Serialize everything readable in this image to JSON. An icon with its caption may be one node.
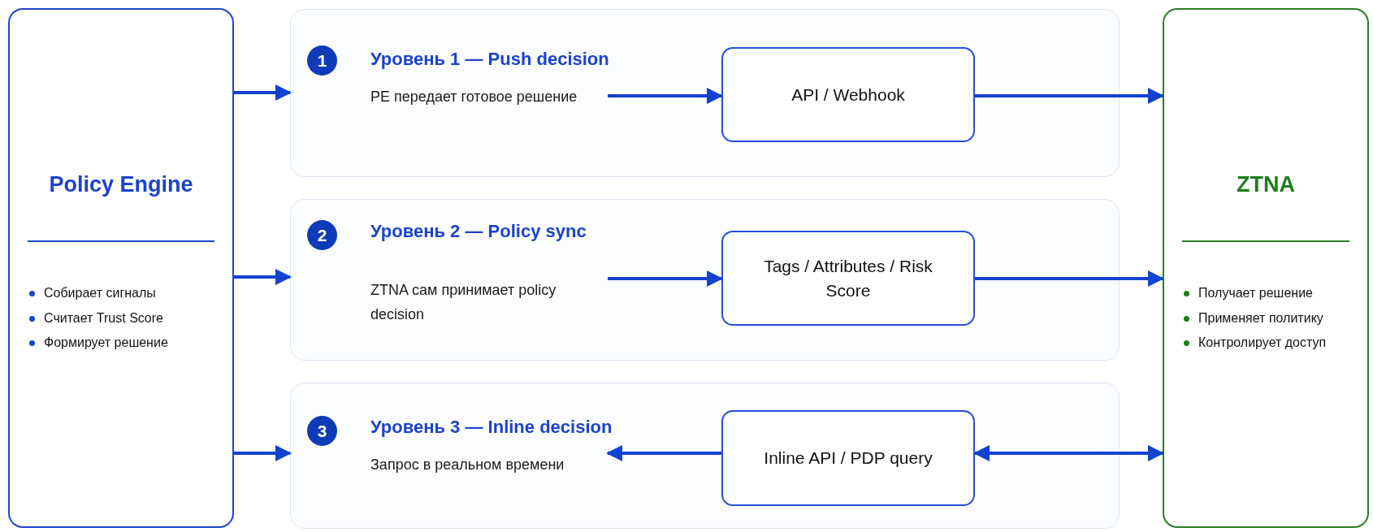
{
  "diagram": {
    "nodes": [
      {
        "text": [
          "Policy Engine",
          "Собирает сигналы",
          "Считает Trust Score",
          "Формирует решение"
        ]
      },
      {
        "text": [
          "Уровень 1 — Push decision"
        ]
      },
      {
        "text": [
          "1"
        ],
        "in": 1
      },
      {
        "text": [
          "PE передает готовое решение"
        ],
        "in": 1
      },
      {
        "text": [
          "API / Webhook"
        ],
        "in": 1
      },
      {
        "text": [
          "Уровень 2 — Policy sync"
        ]
      },
      {
        "text": [
          "2"
        ],
        "in": 5
      },
      {
        "text": [
          "ZTNA сам принимает policy decision"
        ],
        "in": 5
      },
      {
        "text": [
          "Tags / Attributes / Risk Score"
        ],
        "in": 5
      },
      {
        "text": [
          "Уровень 3 — Inline decision"
        ]
      },
      {
        "text": [
          "3"
        ],
        "in": 9
      },
      {
        "text": [
          "Запрос в реальном времени"
        ],
        "in": 9
      },
      {
        "text": [
          "Inline API / PDP query"
        ],
        "in": 9
      },
      {
        "text": [
          "ZTNA",
          "Получает решение",
          "Применяет политику",
          "Контролирует доступ"
        ]
      }
    ],
    "edges": [
      {
        "from": 0,
        "to": 1,
        "arrow": "to"
      },
      {
        "from": 3,
        "to": 4,
        "arrow": "to"
      },
      {
        "from": 4,
        "to": 13,
        "arrow": "to"
      },
      {
        "from": 0,
        "to": 5,
        "arrow": "to"
      },
      {
        "from": 7,
        "to": 8,
        "arrow": "to"
      },
      {
        "from": 8,
        "to": 13,
        "arrow": "to"
      },
      {
        "from": 0,
        "to": 9,
        "arrow": "to"
      },
      {
        "from": 12,
        "to": 11,
        "arrow": "to"
      },
      {
        "from": 12,
        "to": 13,
        "arrow": "both"
      }
    ]
  }
}
